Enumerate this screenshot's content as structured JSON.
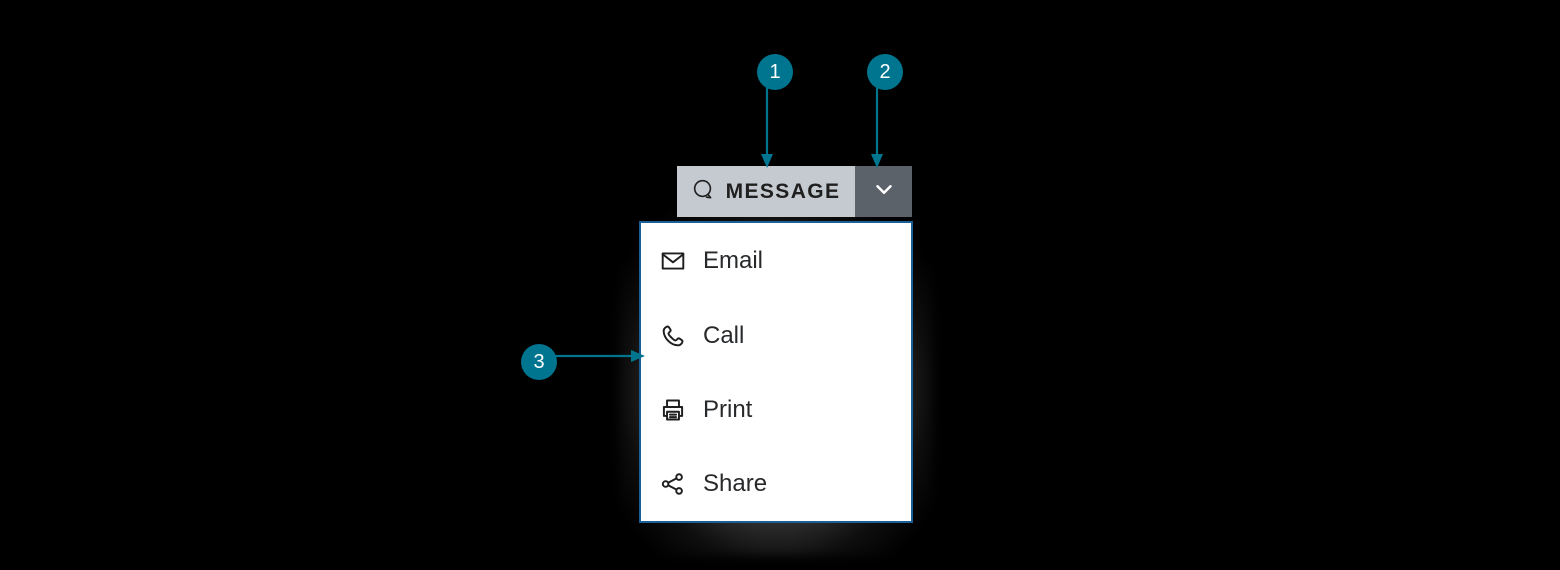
{
  "page": {
    "background_color": "#000000",
    "accent_color": "#00758f",
    "panel_border_color": "#1b5f95",
    "button_color": "#c5c9d0",
    "toggle_color": "#5b6269",
    "text_color": "#27292b"
  },
  "split_button": {
    "label": "MESSAGE",
    "icon": "speech-bubble-icon",
    "toggle_icon": "chevron-down-icon"
  },
  "dropdown": {
    "items": [
      {
        "label": "Email",
        "icon": "envelope-icon"
      },
      {
        "label": "Call",
        "icon": "phone-icon"
      },
      {
        "label": "Print",
        "icon": "printer-icon"
      },
      {
        "label": "Share",
        "icon": "share-nodes-icon"
      }
    ]
  },
  "callouts": [
    {
      "number": "1",
      "direction": "down",
      "target": "split-button-main"
    },
    {
      "number": "2",
      "direction": "down",
      "target": "split-button-toggle"
    },
    {
      "number": "3",
      "direction": "right",
      "target": "dropdown-panel"
    }
  ]
}
